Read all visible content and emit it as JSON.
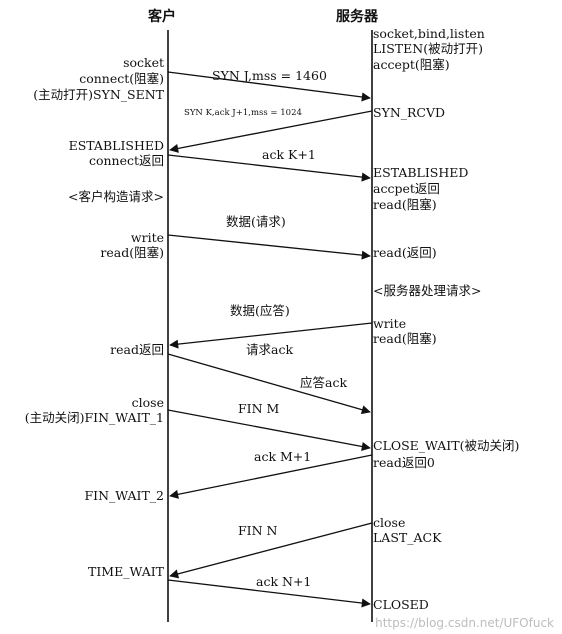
{
  "headers": {
    "client": "客户",
    "server": "服务器"
  },
  "client_states": [
    "socket",
    "connect(阻塞)",
    "(主动打开)SYN_SENT",
    "ESTABLISHED",
    "connect返回",
    "<客户构造请求>",
    "write",
    "read(阻塞)",
    "read返回",
    "close",
    "(主动关闭)FIN_WAIT_1",
    "FIN_WAIT_2",
    "TIME_WAIT"
  ],
  "server_states": [
    "socket,bind,listen",
    "LISTEN(被动打开)",
    "accept(阻塞)",
    "SYN_RCVD",
    "ESTABLISHED",
    "accpet返回",
    "read(阻塞)",
    "read(返回)",
    "<服务器处理请求>",
    "write",
    "read(阻塞)",
    "CLOSE_WAIT(被动关闭)",
    "read返回0",
    "close",
    "LAST_ACK",
    "CLOSED"
  ],
  "messages": [
    "SYN J,mss = 1460",
    "SYN K,ack J+1,mss = 1024",
    "ack K+1",
    "数据(请求)",
    "数据(应答)",
    "请求ack",
    "应答ack",
    "FIN M",
    "ack M+1",
    "FIN N",
    "ack N+1"
  ],
  "watermark": "https://blog.csdn.net/UFOfuck"
}
